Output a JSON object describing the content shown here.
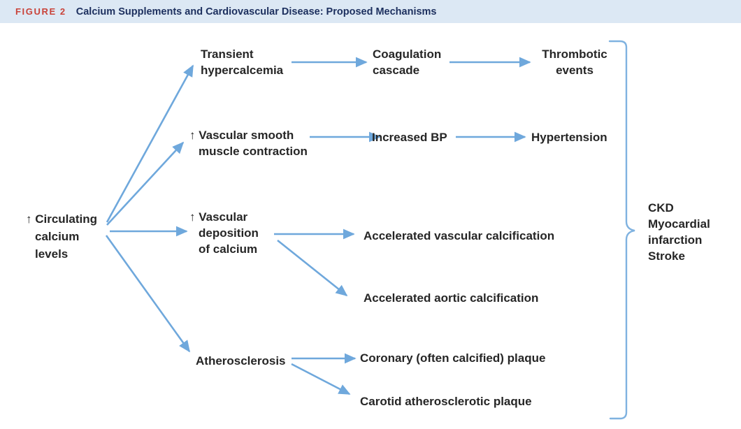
{
  "header": {
    "figure_label": "FIGURE 2",
    "title": "Calcium Supplements and Cardiovascular Disease: Proposed Mechanisms",
    "label_color": "#C9433A",
    "title_color": "#1C2F5E",
    "background_color": "#DCE8F4"
  },
  "colors": {
    "arrow": "#6FA8DC",
    "bracket": "#7FB2E0",
    "text": "#262626"
  },
  "diagram": {
    "source": {
      "label": "↑ Circulating\ncalcium\nlevels"
    },
    "pathways": [
      {
        "mechanism": "Transient\nhypercalcemia",
        "intermediate": "Coagulation\ncascade",
        "outcome": "Thrombotic\nevents"
      },
      {
        "mechanism": "↑ Vascular smooth\nmuscle contraction",
        "intermediate": "Increased BP",
        "outcome": "Hypertension"
      },
      {
        "mechanism": "↑ Vascular\ndeposition\nof calcium",
        "branch_1": "Accelerated vascular calcification",
        "branch_2": "Accelerated aortic calcification"
      },
      {
        "mechanism": "Atherosclerosis",
        "branch_1": "Coronary (often calcified) plaque",
        "branch_2": "Carotid atherosclerotic plaque"
      }
    ],
    "final_outcomes": {
      "label": "CKD\nMyocardial\ninfarction\nStroke"
    }
  }
}
